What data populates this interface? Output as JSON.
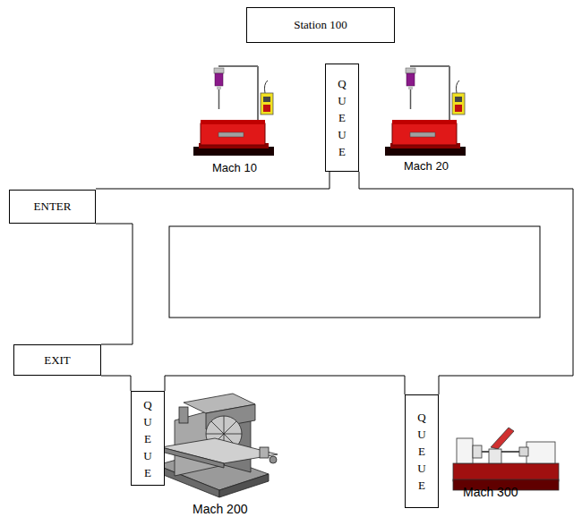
{
  "diagram": {
    "nodes": [
      {
        "text": [
          "Station 100"
        ]
      },
      {
        "text": [
          "QUEUE"
        ]
      },
      {
        "text": [
          "ENTER"
        ]
      },
      {
        "text": [
          "EXIT"
        ]
      },
      {
        "text": [
          "QUEUE"
        ]
      },
      {
        "text": [
          "QUEUE"
        ]
      }
    ],
    "labels": [
      "Mach 10",
      "Mach 20",
      "Mach 200",
      "Mach 300"
    ]
  }
}
